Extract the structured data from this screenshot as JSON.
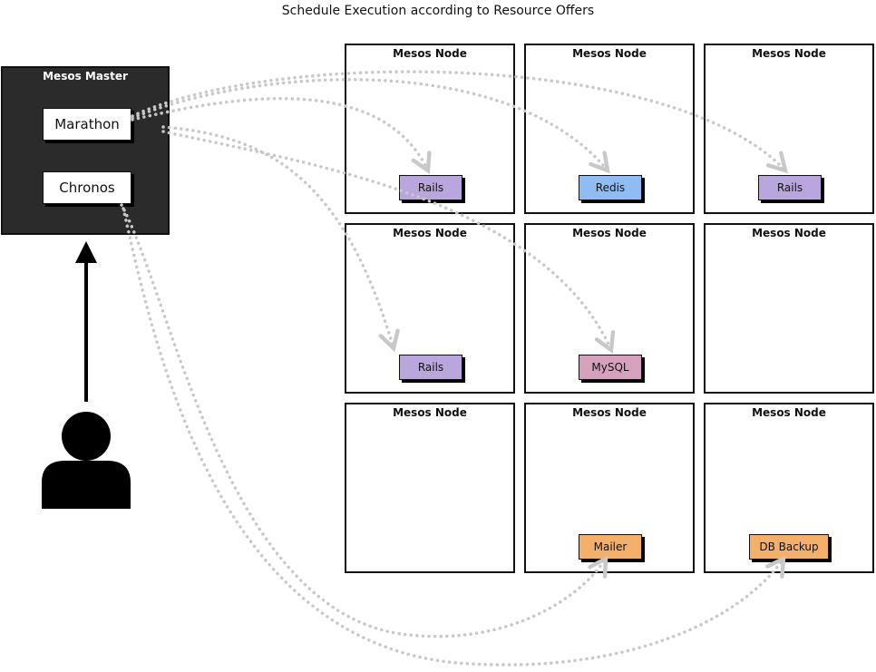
{
  "title": "Schedule Execution according to Resource Offers",
  "master": {
    "label": "Mesos Master",
    "frameworks": [
      {
        "label": "Marathon"
      },
      {
        "label": "Chronos"
      }
    ]
  },
  "nodes": [
    {
      "label": "Mesos Node",
      "task": {
        "label": "Rails",
        "color": "#b9a6dc"
      }
    },
    {
      "label": "Mesos Node",
      "task": {
        "label": "Redis",
        "color": "#8fbdf3"
      }
    },
    {
      "label": "Mesos Node",
      "task": {
        "label": "Rails",
        "color": "#b9a6dc"
      }
    },
    {
      "label": "Mesos Node",
      "task": {
        "label": "Rails",
        "color": "#b9a6dc"
      }
    },
    {
      "label": "Mesos Node",
      "task": {
        "label": "MySQL",
        "color": "#d6a1bd"
      }
    },
    {
      "label": "Mesos Node",
      "task": null
    },
    {
      "label": "Mesos Node",
      "task": null
    },
    {
      "label": "Mesos Node",
      "task": {
        "label": "Mailer",
        "color": "#f4b06a"
      }
    },
    {
      "label": "Mesos Node",
      "task": {
        "label": "DB Backup",
        "color": "#f4b06a"
      }
    }
  ],
  "colors": {
    "master_bg": "#2b2b2b",
    "arrow": "#c8c8c8",
    "user": "#000000"
  },
  "icons": {
    "user": "user-icon",
    "up_arrow": "up-arrow-icon"
  }
}
